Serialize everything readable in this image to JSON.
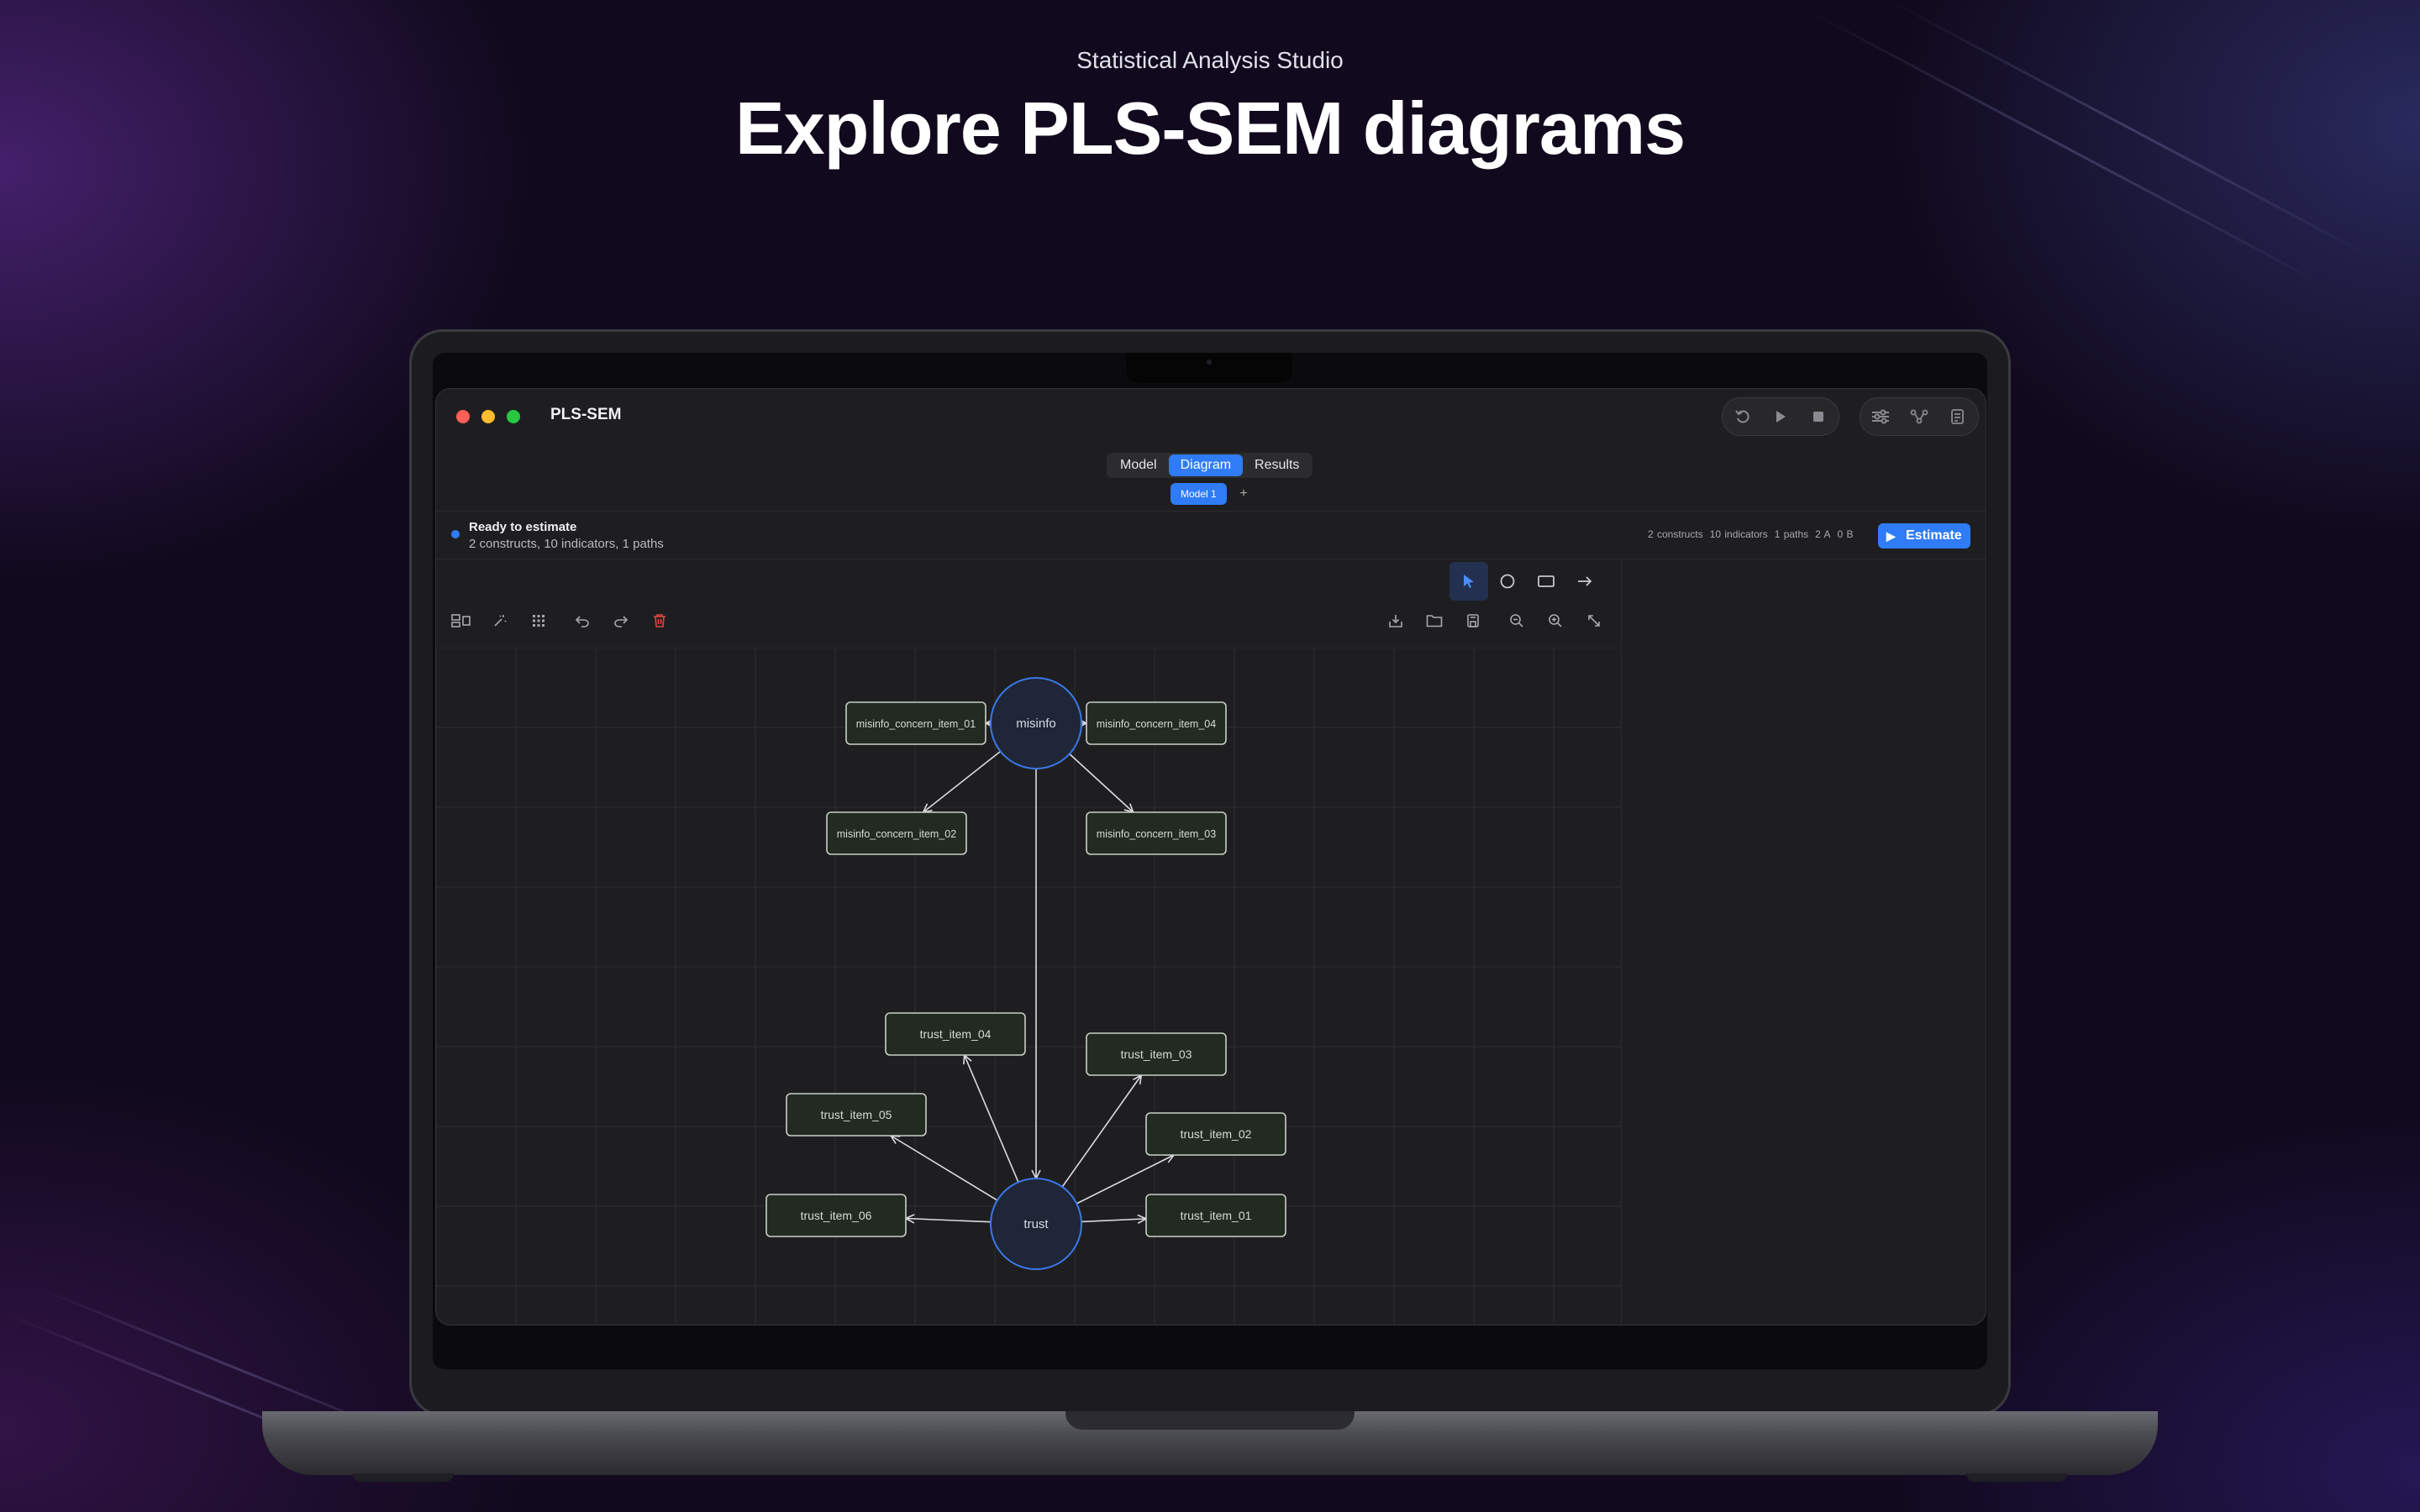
{
  "hero": {
    "subtitle": "Statistical Analysis Studio",
    "headline": "Explore PLS-SEM diagrams"
  },
  "window": {
    "title": "PLS-SEM",
    "traffic_lights": {
      "close": "#ff5f57",
      "minimize": "#febc2e",
      "zoom": "#28c840"
    },
    "toolbar_icons": [
      "reset-icon",
      "play-icon",
      "stop-icon",
      "sliders-icon",
      "graph-icon",
      "report-icon"
    ]
  },
  "tabs": [
    {
      "label": "Model",
      "active": false
    },
    {
      "label": "Diagram",
      "active": true
    },
    {
      "label": "Results",
      "active": false
    }
  ],
  "model_tabs": {
    "current": "Model 1",
    "add": "+"
  },
  "status": {
    "title": "Ready to estimate",
    "summary": "2 constructs, 10 indicators, 1 paths",
    "stats": [
      "2 constructs",
      "10 indicators",
      "1 paths",
      "2 A",
      "0 B"
    ],
    "estimate_label": "Estimate"
  },
  "accent": "#2f7cf6",
  "diagram": {
    "constructs": [
      {
        "id": "misinfo",
        "label": "misinfo"
      },
      {
        "id": "trust",
        "label": "trust"
      }
    ],
    "indicators": [
      {
        "label": "misinfo_concern_item_01",
        "construct": "misinfo"
      },
      {
        "label": "misinfo_concern_item_04",
        "construct": "misinfo"
      },
      {
        "label": "misinfo_concern_item_02",
        "construct": "misinfo"
      },
      {
        "label": "misinfo_concern_item_03",
        "construct": "misinfo"
      },
      {
        "label": "trust_item_04",
        "construct": "trust"
      },
      {
        "label": "trust_item_03",
        "construct": "trust"
      },
      {
        "label": "trust_item_05",
        "construct": "trust"
      },
      {
        "label": "trust_item_02",
        "construct": "trust"
      },
      {
        "label": "trust_item_06",
        "construct": "trust"
      },
      {
        "label": "trust_item_01",
        "construct": "trust"
      }
    ],
    "paths": [
      {
        "from": "misinfo",
        "to": "trust"
      }
    ]
  }
}
